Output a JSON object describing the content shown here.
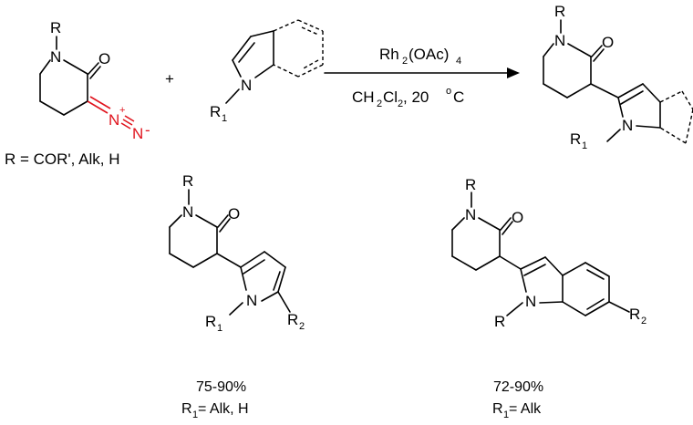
{
  "reagent": {
    "diazo_substituent_label": "R",
    "diazo_n_atom": "N",
    "diazo_o_atom": "O",
    "diazo_n_plus": "N",
    "diazo_plus_sign": "+",
    "diazo_n_minus": "N",
    "diazo_minus_sign": "-",
    "r_definition": "R = COR', Alk, H",
    "plus_sign": "+",
    "indole_n_atom": "N",
    "indole_r1": "R",
    "indole_r1_sub": "1"
  },
  "arrow": {
    "catalyst_main": "Rh",
    "catalyst_sub": "2",
    "catalyst_tail": "(OAc)",
    "catalyst_tail_sub": "4",
    "solvent_main": "CH",
    "solvent_sub1": "2",
    "solvent_cl": "Cl",
    "solvent_sub2": "2",
    "solvent_temp": ", 20 ",
    "solvent_deg": "o",
    "solvent_c": "C"
  },
  "product": {
    "r_label": "R",
    "n_atom": "N",
    "o_atom": "O",
    "indole_n_atom": "N",
    "r1_label": "R",
    "r1_sub": "1"
  },
  "examples": [
    {
      "r_label": "R",
      "n_atom": "N",
      "o_atom": "O",
      "pyrrole_n_atom": "N",
      "r1_label": "R",
      "r1_sub": "1",
      "r2_label": "R",
      "r2_sub": "2",
      "yield": "75-90%",
      "cond_r": "R",
      "cond_sub": "1",
      "cond_text": " = Alk, H"
    },
    {
      "r_label": "R",
      "n_atom": "N",
      "o_atom": "O",
      "indole_n_atom": "N",
      "r1_label": "R",
      "r2_label": "R",
      "r2_sub": "2",
      "yield": "72-90%",
      "cond_r": "R",
      "cond_sub": "1",
      "cond_text": " = Alk"
    }
  ]
}
